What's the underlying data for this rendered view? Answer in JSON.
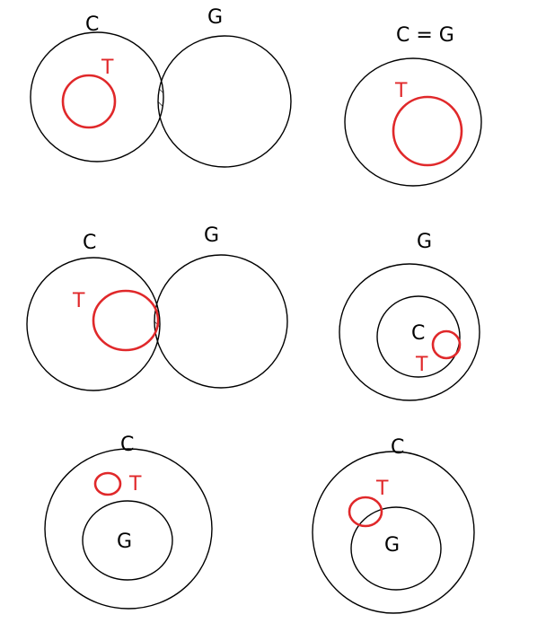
{
  "colors": {
    "outline": "#000000",
    "accent": "#e0282a",
    "background": "#ffffff"
  },
  "diagrams": [
    {
      "labels": {
        "c": "C",
        "g": "G",
        "t": "T"
      }
    },
    {
      "labels": {
        "cg": "C = G",
        "t": "T"
      }
    },
    {
      "labels": {
        "c": "C",
        "g": "G",
        "t": "T"
      }
    },
    {
      "labels": {
        "g": "G",
        "c": "C",
        "t": "T"
      }
    },
    {
      "labels": {
        "c": "C",
        "g": "G",
        "t": "T"
      }
    },
    {
      "labels": {
        "c": "C",
        "g": "G",
        "t": "T"
      }
    }
  ]
}
